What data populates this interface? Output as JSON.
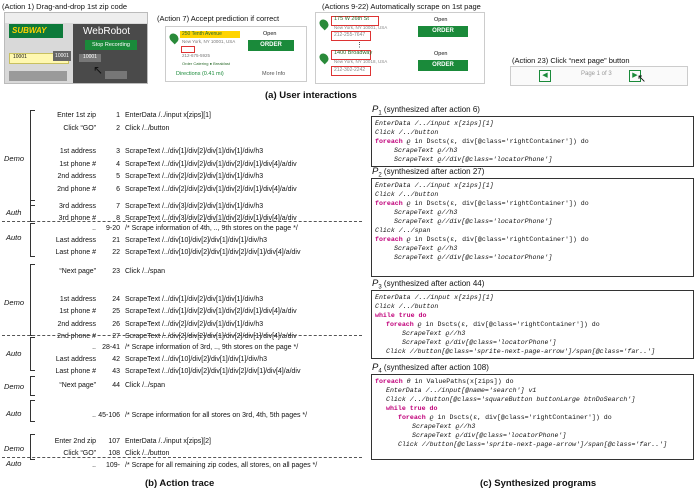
{
  "panel_a": {
    "caption": "(a) User interactions",
    "action1": {
      "title": "(Action 1) Drag-and-drop 1st zip code",
      "logo": "SUBWAY",
      "tool": "WebRobot",
      "stop_btn": "Stop Recording",
      "zip": "10001",
      "small": "10001"
    },
    "action7": {
      "title": "(Action 7) Accept prediction if correct",
      "address": "250 Tenth Avenue",
      "city": "New York, NY 10001, USA",
      "phone": "212-675-5925",
      "tags": "Order Catering ● Breakfast",
      "open": "Open",
      "order": "ORDER",
      "directions": "Directions (0.41 mi)",
      "more": "More Info"
    },
    "action9": {
      "title": "(Actions 9-22) Automatically scrape on 1st page",
      "addr1": "175 W 26th St",
      "city1": "New York, NY 10001, USA",
      "phone1": "212-255-7647",
      "addr2": "1400 Broadway",
      "city2": "New York, NY 10018, USA",
      "phone2": "212-302-2242",
      "open": "Open",
      "order": "ORDER"
    },
    "action23": {
      "title": "(Action 23) Click “next page” button",
      "page": "Page 1 of 3"
    }
  },
  "panel_b": {
    "caption": "(b) Action trace",
    "rows": [
      {
        "label": "Enter 1st zip",
        "num": "1",
        "text": "EnterData /../input x[zips][1]"
      },
      {
        "label": "Click “GO”",
        "num": "2",
        "text": "Click /../button"
      },
      {
        "label": "1st address",
        "num": "3",
        "text": "ScrapeText /../div[1]/div[2]/div[1]/div[1]/div/h3"
      },
      {
        "label": "1st phone #",
        "num": "4",
        "text": "ScrapeText /../div[1]/div[2]/div[1]/div[2]/div[1]/div[4]/a/div"
      },
      {
        "label": "2nd address",
        "num": "5",
        "text": "ScrapeText /../div[2]/div[2]/div[1]/div[1]/div/h3"
      },
      {
        "label": "2nd phone #",
        "num": "6",
        "text": "ScrapeText /../div[2]/div[2]/div[1]/div[2]/div[1]/div[4]/a/div"
      },
      {
        "label": "3rd address",
        "num": "7",
        "text": "ScrapeText /../div[3]/div[2]/div[1]/div[1]/div/h3"
      },
      {
        "label": "3rd phone #",
        "num": "8",
        "text": "ScrapeText /../div[3]/div[2]/div[1]/div[2]/div[1]/div[4]/a/div"
      },
      {
        "label": "..",
        "num": "9-20",
        "text": "/* Scrape information of 4th, .., 9th stores on the page */"
      },
      {
        "label": "Last address",
        "num": "21",
        "text": "ScrapeText /../div[10]/div[2]/div[1]/div[1]/div/h3"
      },
      {
        "label": "Last phone #",
        "num": "22",
        "text": "ScrapeText /../div[10]/div[2]/div[1]/div[2]/div[1]/div[4]/a/div"
      },
      {
        "label": "“Next page”",
        "num": "23",
        "text": "Click /../span"
      },
      {
        "label": "1st address",
        "num": "24",
        "text": "ScrapeText /../div[1]/div[2]/div[1]/div[1]/div/h3"
      },
      {
        "label": "1st phone #",
        "num": "25",
        "text": "ScrapeText /../div[1]/div[2]/div[1]/div[2]/div[1]/div[4]/a/div"
      },
      {
        "label": "2nd address",
        "num": "26",
        "text": "ScrapeText /../div[2]/div[2]/div[1]/div[1]/div/h3"
      },
      {
        "label": "2nd phone #",
        "num": "27",
        "text": "ScrapeText /../div[2]/div[2]/div[1]/div[2]/div[1]/div[4]/a/div"
      },
      {
        "label": "..",
        "num": "28-41",
        "text": "/* Scrape information of 3rd, .., 9th stores on the page */"
      },
      {
        "label": "Last address",
        "num": "42",
        "text": "ScrapeText /../div[10]/div[2]/div[1]/div[1]/div/h3"
      },
      {
        "label": "Last phone #",
        "num": "43",
        "text": "ScrapeText /../div[10]/div[2]/div[1]/div[2]/div[1]/div[4]/a/div"
      },
      {
        "label": "“Next page”",
        "num": "44",
        "text": "Click /../span"
      },
      {
        "label": "..",
        "num": "45-106",
        "text": "/* Scrape information for all stores on 3rd, 4th, 5th pages */"
      },
      {
        "label": "Enter 2nd zip",
        "num": "107",
        "text": "EnterData /../input x[zips][2]"
      },
      {
        "label": "Click “GO”",
        "num": "108",
        "text": "Click /../button"
      },
      {
        "label": "..",
        "num": "109-",
        "text": "/* Scrape for all remaining zip codes, all stores, on all pages */"
      }
    ],
    "groups": {
      "demo": "Demo",
      "auth": "Auth",
      "auto": "Auto"
    }
  },
  "panel_c": {
    "caption": "(c) Synthesized programs",
    "p1_title": "(synthesized after action 6)",
    "p2_title": "(synthesized after action 27)",
    "p3_title": "(synthesized after action 44)",
    "p4_title": "(synthesized after action 108)",
    "code": {
      "enter_zip1": "EnterData /../input x[zips][1]",
      "click_button": "Click /../button",
      "dscts": "in Dscts(ε, div[@class='rightContainer']) do",
      "scrape_h3": "ScrapeText ϱ//h3",
      "scrape_phone": "ScrapeText ϱ//div[@class='locatorPhone']",
      "click_span": "Click /../span",
      "while_true": "while true do",
      "scrape_phone_p3": "ScrapeText ϱ/div[@class='locatorPhone']",
      "click_next": "Click //button[@class='sprite-next-page-arrow']/span[@class='far..']",
      "foreach_p4": "in ValuePaths(x[zips]) do",
      "enter_search": "EnterData /../input[@name='search'] v1",
      "click_search": "Click /../button[@class='squareButton buttonLarge btnDoSearch']"
    }
  }
}
